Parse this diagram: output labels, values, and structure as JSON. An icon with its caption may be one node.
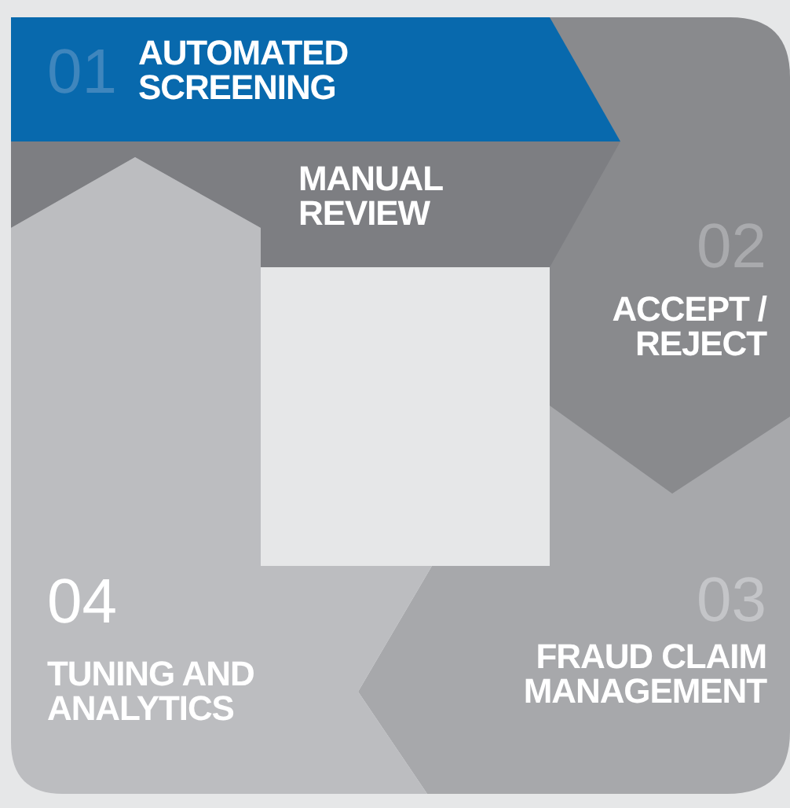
{
  "diagram": {
    "nodes": [
      {
        "text": [
          "01",
          "AUTOMATED SCREENING"
        ]
      },
      {
        "text": [
          "MANUAL REVIEW"
        ]
      },
      {
        "text": [
          "02",
          "ACCEPT / REJECT"
        ]
      },
      {
        "text": [
          "03",
          "FRAUD CLAIM MANAGEMENT"
        ]
      },
      {
        "text": [
          "04",
          "TUNING AND ANALYTICS"
        ]
      }
    ]
  }
}
